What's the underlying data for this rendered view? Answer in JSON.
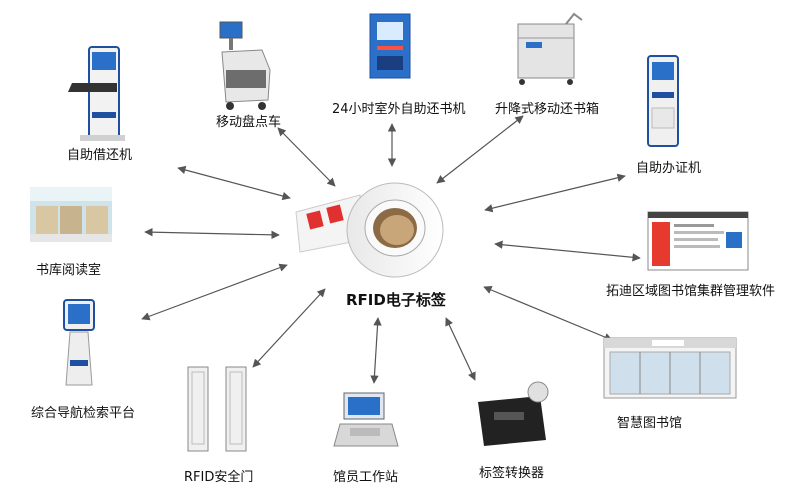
{
  "center": {
    "label": "RFID电子标签"
  },
  "nodes": [
    {
      "id": "self-checkout",
      "label": "自助借还机"
    },
    {
      "id": "mobile-cart",
      "label": "移动盘点车"
    },
    {
      "id": "24h-return",
      "label": "24小时室外自助还书机"
    },
    {
      "id": "lift-box",
      "label": "升降式移动还书箱"
    },
    {
      "id": "card-machine",
      "label": "自助办证机"
    },
    {
      "id": "reading-room",
      "label": "书库阅读室"
    },
    {
      "id": "software",
      "label": "拓迪区域图书馆集群管理软件"
    },
    {
      "id": "nav-platform",
      "label": "综合导航检索平台"
    },
    {
      "id": "security-gate",
      "label": "RFID安全门"
    },
    {
      "id": "workstation",
      "label": "馆员工作站"
    },
    {
      "id": "label-converter",
      "label": "标签转换器"
    },
    {
      "id": "smart-library",
      "label": "智慧图书馆"
    }
  ]
}
